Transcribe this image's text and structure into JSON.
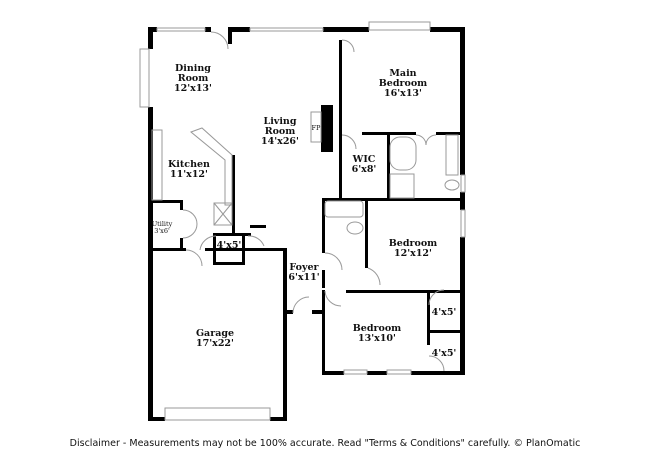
{
  "rooms": {
    "dining": {
      "name": "Dining\nRoom",
      "name1": "Dining",
      "name2": "Room",
      "size": "12'x13'"
    },
    "living": {
      "name1": "Living",
      "name2": "Room",
      "size": "14'x26'"
    },
    "main_bedroom": {
      "name1": "Main",
      "name2": "Bedroom",
      "size": "16'x13'"
    },
    "fireplace": {
      "label": "FP"
    },
    "kitchen": {
      "name": "Kitchen",
      "size": "11'x12'"
    },
    "wic": {
      "name": "WIC",
      "size": "6'x8'"
    },
    "utility": {
      "name": "Utility",
      "size": "3'x6'"
    },
    "closet_hall": {
      "size": "4'x5'"
    },
    "bedroom2": {
      "name": "Bedroom",
      "size": "12'x12'"
    },
    "foyer": {
      "name": "Foyer",
      "size": "6'x11'"
    },
    "garage": {
      "name": "Garage",
      "size": "17'x22'"
    },
    "bedroom3": {
      "name": "Bedroom",
      "size": "13'x10'"
    },
    "closet_a": {
      "size": "4'x5'"
    },
    "closet_b": {
      "size": "4'x5'"
    }
  },
  "disclaimer": "Disclaimer - Measurements may not be 100% accurate. Read \"Terms & Conditions\" carefully. © PlanOmatic"
}
